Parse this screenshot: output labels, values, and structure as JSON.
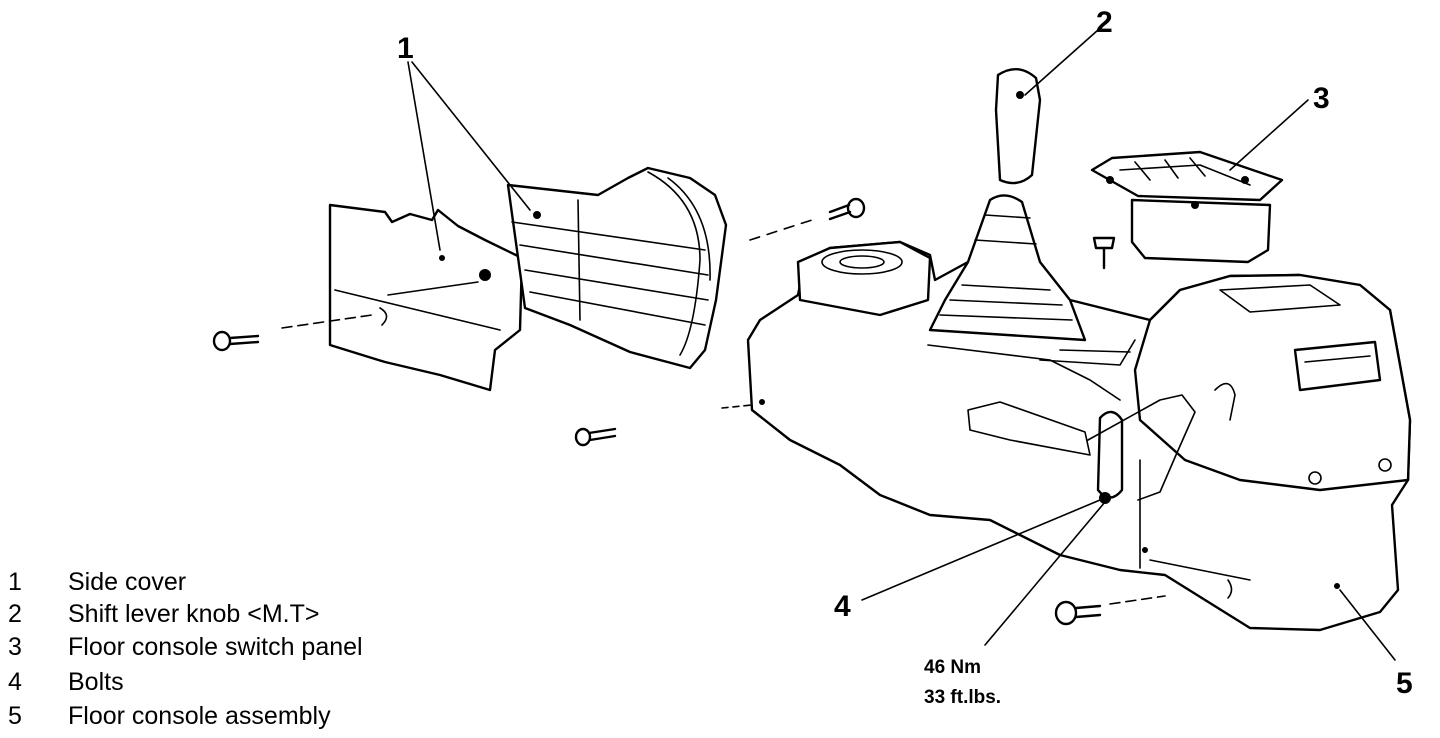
{
  "callouts": {
    "side_cover": "1",
    "shift_knob": "2",
    "switch_panel": "3",
    "bolts": "4",
    "console_assembly": "5"
  },
  "torque": {
    "metric": "46 Nm",
    "imperial": "33 ft.lbs."
  },
  "legend": [
    {
      "num": "1",
      "label": "Side cover"
    },
    {
      "num": "2",
      "label": "Shift lever knob <M.T>"
    },
    {
      "num": "3",
      "label": "Floor console switch panel"
    },
    {
      "num": "4",
      "label": "Bolts"
    },
    {
      "num": "5",
      "label": "Floor console assembly"
    }
  ]
}
